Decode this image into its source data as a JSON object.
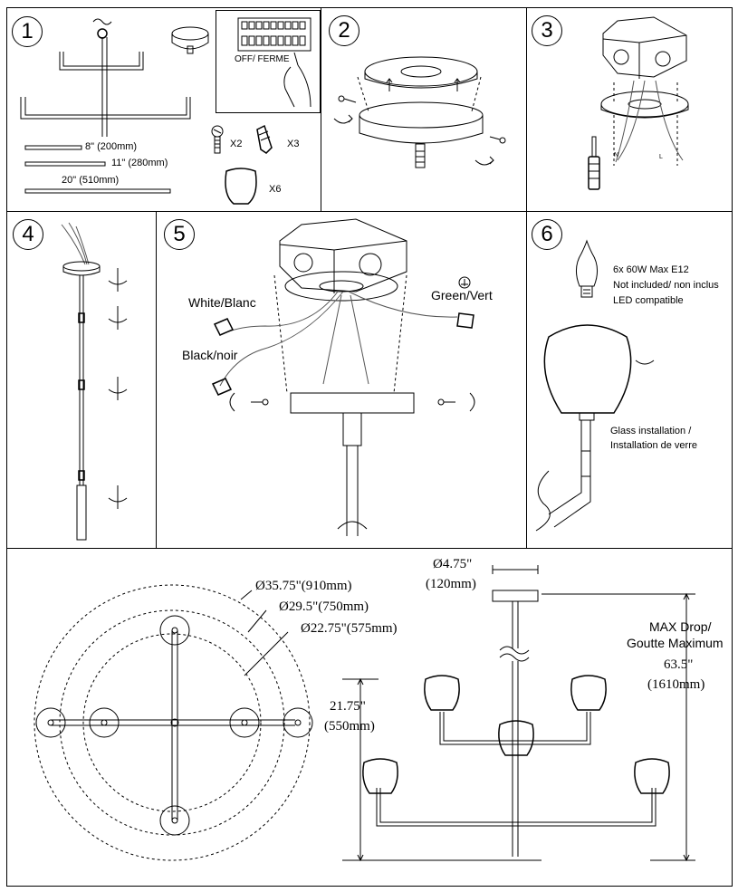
{
  "steps": [
    "1",
    "2",
    "3",
    "4",
    "5",
    "6"
  ],
  "step1": {
    "rods": [
      "8\" (200mm)",
      "11\" (280mm)",
      "20\" (510mm)"
    ],
    "screws_qty": "X2",
    "connectors_qty": "X3",
    "shades_qty": "X6",
    "breaker_label": "OFF/ FERME"
  },
  "step5": {
    "white": "White/Blanc",
    "black": "Black/noir",
    "green": "Green/Vert"
  },
  "step6": {
    "bulb_line1": "6x 60W Max E12",
    "bulb_line2": "Not included/ non inclus",
    "bulb_line3": "LED compatible",
    "glass_line1": "Glass installation /",
    "glass_line2": "Installation de verre"
  },
  "dims": {
    "outer": "Ø35.75\"(910mm)",
    "middle": "Ø29.5\"(750mm)",
    "inner": "Ø22.75\"(575mm)",
    "canopy_in": "Ø4.75\"",
    "canopy_mm": "(120mm)",
    "maxdrop1": "MAX Drop/",
    "maxdrop2": "Goutte Maximum",
    "drop_in": "63.5\"",
    "drop_mm": "(1610mm)",
    "height_in": "21.75\"",
    "height_mm": "(550mm)"
  }
}
